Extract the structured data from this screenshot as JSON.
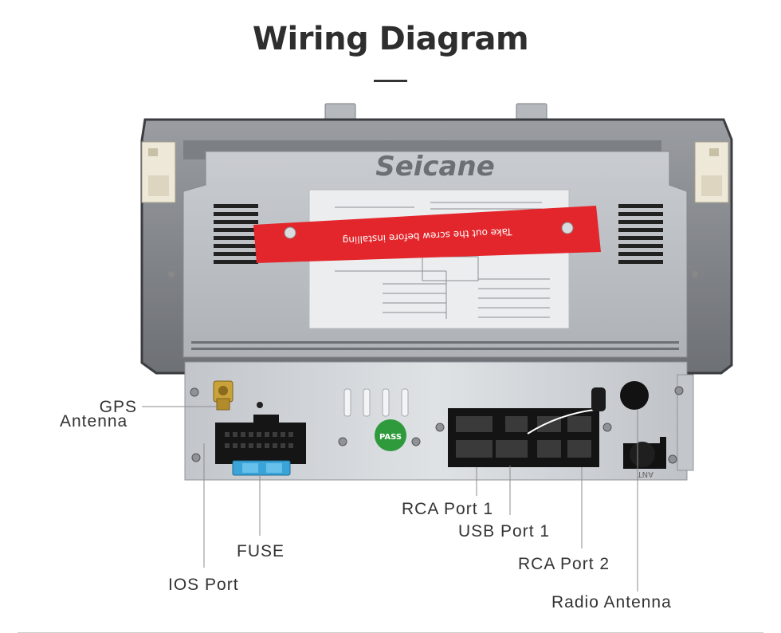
{
  "title": "Wiring Diagram",
  "device": {
    "brand": "Seicane",
    "sticker_text": "Take out the screw before installing",
    "ant_marking": "ANT"
  },
  "labels": {
    "gps": "GPS",
    "antenna": "Antenna",
    "fuse": "FUSE",
    "ios_port": "IOS Port",
    "rca_port_1": "RCA Port 1",
    "usb_port_1": "USB Port 1",
    "rca_port_2": "RCA Port 2",
    "radio_antenna": "Radio Antenna"
  },
  "colors": {
    "title": "#2e2e2e",
    "label": "#333333",
    "sticker": "#e3262b",
    "fuse": "#3aa4d8",
    "pass_badge": "#2f9a3b",
    "gps_connector": "#c9a23a"
  }
}
